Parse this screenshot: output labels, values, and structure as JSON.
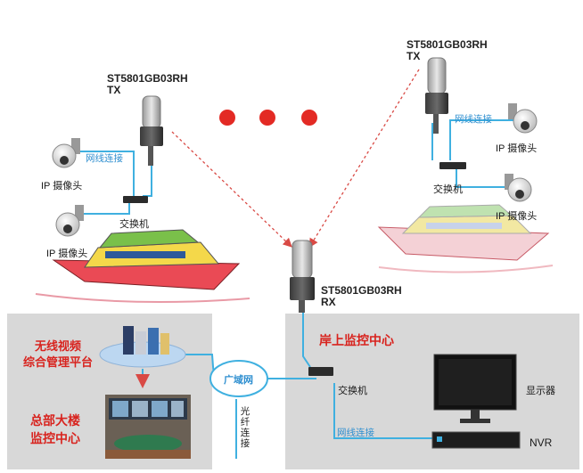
{
  "left_tx": {
    "model": "ST5801GB03RH",
    "mode": "TX"
  },
  "right_tx": {
    "model": "ST5801GB03RH",
    "mode": "TX"
  },
  "rx": {
    "model": "ST5801GB03RH",
    "mode": "RX"
  },
  "labels": {
    "ip_camera": "IP 摄像头",
    "switch": "交换机",
    "wired_link": "网线连接",
    "wan": "广域网",
    "fiber_link": "光纤连接",
    "shore_center": "岸上监控中心",
    "platform": "无线视频综合管理平台",
    "platform_line1": "无线视频",
    "platform_line2": "综合管理平台",
    "hq_line1": "总部大楼",
    "hq_line2": "监控中心",
    "monitor": "显示器",
    "nvr": "NVR"
  },
  "colors": {
    "wire": "#3fb0e0",
    "red_dot": "#e32a24",
    "arrow": "#d94a45",
    "title_red": "#d8231e",
    "panel_gray": "#d8d8d8"
  },
  "icons": [
    "antenna-icon",
    "ip-camera-icon",
    "switch-icon",
    "boat-icon",
    "server-icon",
    "monitor-icon",
    "nvr-icon",
    "cloud-icon"
  ]
}
